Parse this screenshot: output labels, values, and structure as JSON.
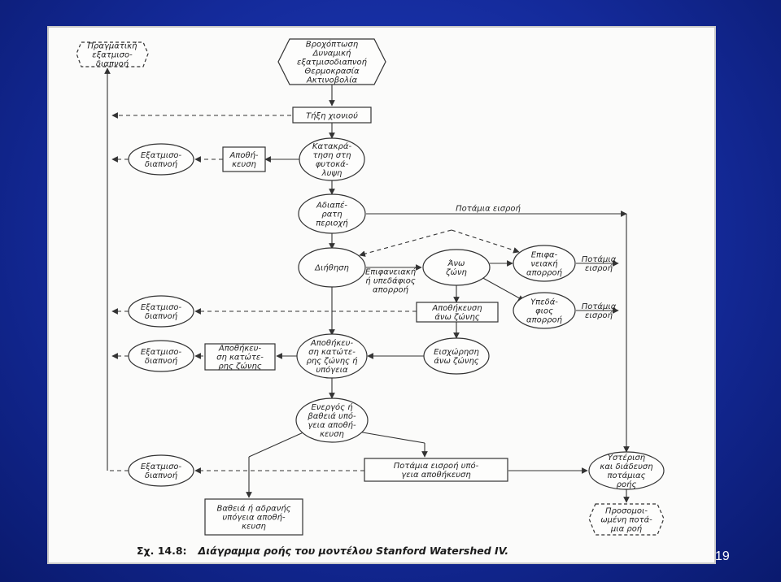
{
  "page_number": "19",
  "caption": {
    "label": "Σχ. 14.8:",
    "text": "Διάγραμμα ροής του μοντέλου Stanford Watershed IV."
  },
  "nodes": {
    "actual_evapotranspiration": [
      "Πραγματική",
      "εξατμισο-",
      "διαπνοή"
    ],
    "inputs": [
      "Βροχόπτωση",
      "Δυναμική",
      "εξατμισοδιαπνοή",
      "Θερμοκρασία",
      "Ακτινοβολία"
    ],
    "snowmelt": [
      "Τήξη χιονιού"
    ],
    "evap_1": [
      "Εξατμισο-",
      "διαπνοή"
    ],
    "interception_storage": [
      "Αποθή-",
      "κευση"
    ],
    "interception": [
      "Κατακρά-",
      "τηση στη",
      "φυτοκά-",
      "λυψη"
    ],
    "impervious": [
      "Αδιαπέ-",
      "ρατη",
      "περιοχή"
    ],
    "infiltration": [
      "Διήθηση"
    ],
    "upper_zone": [
      "Άνω",
      "ζώνη"
    ],
    "surface_runoff": [
      "Επιφα-",
      "νειακή",
      "απορροή"
    ],
    "interflow": [
      "Υπεδά-",
      "φιος",
      "απορροή"
    ],
    "upper_zone_storage": [
      "Αποθήκευση",
      "άνω ζώνης"
    ],
    "evap_2": [
      "Εξατμισο-",
      "διαπνοή"
    ],
    "lower_zone_storage": [
      "Αποθήκευ-",
      "ση κατώτε-",
      "ρης ζώνης ή",
      "υπόγεια"
    ],
    "lower_zone_storage_box": [
      "Αποθήκευ-",
      "ση κατώτε-",
      "ρης ζώνης"
    ],
    "evap_3": [
      "Εξατμισο-",
      "διαπνοή"
    ],
    "percolation": [
      "Εισχώρηση",
      "άνω ζώνης"
    ],
    "active_groundwater": [
      "Ενεργός ή",
      "βαθειά υπό-",
      "γεια αποθή-",
      "κευση"
    ],
    "evap_4": [
      "Εξατμισο-",
      "διαπνοή"
    ],
    "gw_inflow": [
      "Ποτάμια εισροή υπό-",
      "γεια αποθήκευση"
    ],
    "deep_storage": [
      "Βαθειά ή αδρανής",
      "υπόγεια αποθή-",
      "κευση"
    ],
    "routing": [
      "Υστέριση",
      "και διάδευση",
      "ποτάμιας",
      "ροής"
    ],
    "simulated_flow": [
      "Προσομοι-",
      "ωμένη ποτά-",
      "μια ροή"
    ]
  },
  "labels": {
    "river_inflow_top": [
      "Ποτάμια εισροή"
    ],
    "surface_subsurface": [
      "Επιφανειακή",
      "ή υπεδάφιος",
      "απορροή"
    ],
    "river_inflow_1": [
      "Ποτάμια",
      "εισροή"
    ],
    "river_inflow_2": [
      "Ποτάμια",
      "εισροή"
    ]
  }
}
